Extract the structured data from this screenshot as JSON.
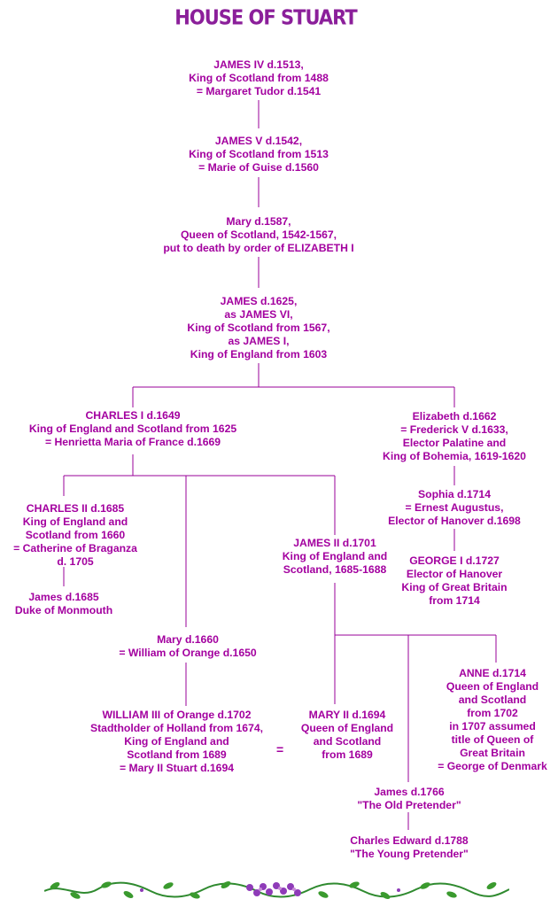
{
  "title": "HOUSE OF STUART",
  "colors": {
    "text": "#a3009f",
    "line": "#990099",
    "title": "#8b1f9a"
  },
  "nodes": [
    {
      "id": "james-iv",
      "lines": [
        "JAMES IV d.1513,",
        "King of Scotland from 1488",
        "= Margaret Tudor d.1541"
      ]
    },
    {
      "id": "james-v",
      "lines": [
        "JAMES V d.1542,",
        "King of Scotland from 1513",
        "= Marie of Guise d.1560"
      ]
    },
    {
      "id": "mary-qos",
      "lines": [
        "Mary d.1587,",
        "Queen of Scotland, 1542-1567,",
        "put to death by order of ELIZABETH I"
      ]
    },
    {
      "id": "james-vi",
      "lines": [
        "JAMES d.1625,",
        "as JAMES VI,",
        "King of Scotland from 1567,",
        "as JAMES I,",
        "King of England from 1603"
      ]
    },
    {
      "id": "charles-i",
      "lines": [
        "CHARLES I d.1649",
        "King of England and Scotland from 1625",
        "= Henrietta Maria of France d.1669"
      ]
    },
    {
      "id": "elizabeth",
      "lines": [
        "Elizabeth d.1662",
        "= Frederick V d.1633,",
        "Elector Palatine and",
        "King of Bohemia, 1619-1620"
      ]
    },
    {
      "id": "charles-ii",
      "lines": [
        "CHARLES II d.1685",
        "King of England and",
        "Scotland from 1660",
        "= Catherine of Braganza",
        "d. 1705"
      ]
    },
    {
      "id": "sophia",
      "lines": [
        "Sophia d.1714",
        "= Ernest Augustus,",
        "Elector of Hanover d.1698"
      ]
    },
    {
      "id": "james-ii",
      "lines": [
        "JAMES II d.1701",
        "King of England and",
        "Scotland, 1685-1688"
      ]
    },
    {
      "id": "george-i",
      "lines": [
        "GEORGE I d.1727",
        "Elector of Hanover",
        "King of Great Britain",
        "from 1714"
      ]
    },
    {
      "id": "monmouth",
      "lines": [
        "James d.1685",
        "Duke of Monmouth"
      ]
    },
    {
      "id": "mary-orange",
      "lines": [
        "Mary d.1660",
        "= William of Orange d.1650"
      ]
    },
    {
      "id": "anne",
      "lines": [
        "ANNE d.1714",
        "Queen of England",
        "and Scotland",
        "from 1702",
        "in 1707 assumed",
        "title of Queen of",
        "Great Britain",
        "= George of Denmark"
      ]
    },
    {
      "id": "william-iii",
      "lines": [
        "WILLIAM III of Orange d.1702",
        "Stadtholder of Holland from 1674,",
        "King of England and",
        "Scotland from 1689",
        "= Mary II Stuart d.1694"
      ]
    },
    {
      "id": "mary-ii",
      "lines": [
        "MARY II d.1694",
        "Queen of England",
        "and Scotland",
        "from 1689"
      ]
    },
    {
      "id": "old-pretender",
      "lines": [
        "James d.1766",
        "\"The Old Pretender\""
      ]
    },
    {
      "id": "young-pretender",
      "lines": [
        "Charles Edward d.1788",
        "\"The Young Pretender\""
      ]
    }
  ],
  "equals_sign": "="
}
